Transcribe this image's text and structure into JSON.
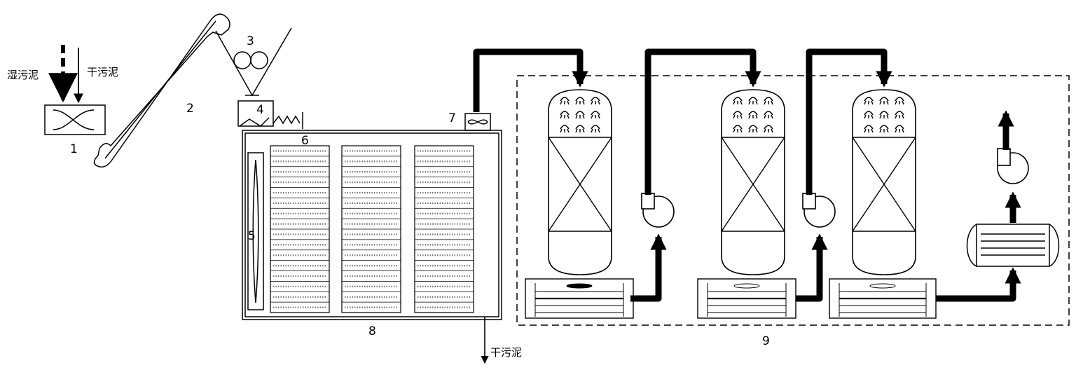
{
  "labels": {
    "wet_sludge": "湿污泥",
    "dry_sludge_in": "干污泥",
    "dry_sludge_out": "干污泥"
  },
  "numbers": {
    "mixer": "1",
    "conveyor": "2",
    "hopper": "3",
    "screw_feeder": "4",
    "fan": "5",
    "trays": "6",
    "exhaust_fan": "7",
    "dryer": "8",
    "treatment_zone": "9"
  }
}
